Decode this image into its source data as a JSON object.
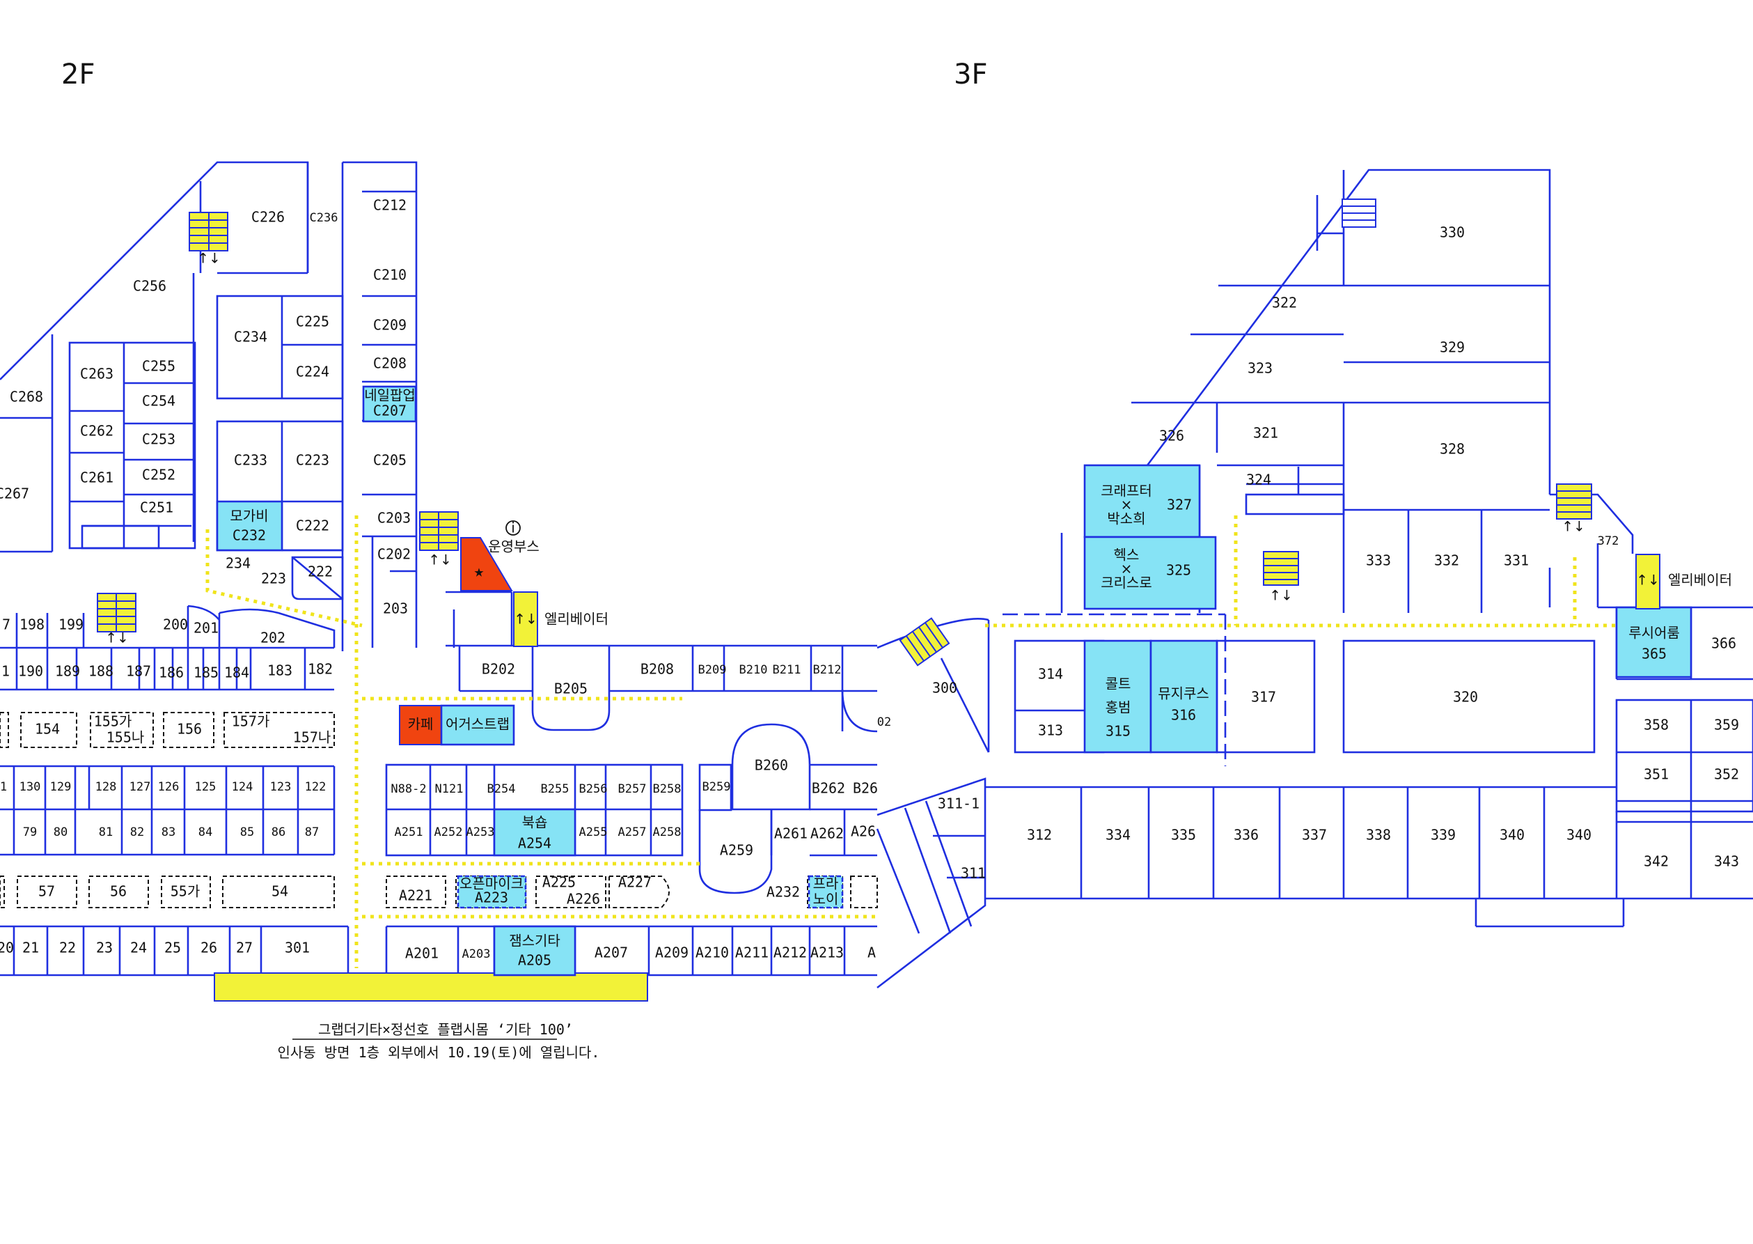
{
  "floors": {
    "left": "2F",
    "right": "3F"
  },
  "labels": {
    "elevator_2f": "엘리베이터",
    "elevator_3f": "엘리베이터",
    "info_booth": "운영부스",
    "info_icon": "i",
    "star": "★",
    "arrows": "↑↓",
    "cafe": "카페",
    "augus": "어거스트랩",
    "nail": "네일팝업",
    "mogabi": "모가비",
    "bookshop": "북숍",
    "openmic": "오픈마이크",
    "jams": "잼스기타",
    "prana_1": "프라",
    "prana_2": "노이",
    "craft_1": "크래프터",
    "craft_x": "×",
    "craft_2": "박소희",
    "hex_1": "헥스",
    "hex_x": "×",
    "hex_2": "크리스로",
    "colt_1": "콜트",
    "colt_2": "홍범",
    "music": "뮤지쿠스",
    "lucie": "루시어룸"
  },
  "note": {
    "line1": "그랩더기타×정선호 플랩시몸 ‘기타 100’",
    "line2": "인사동 방면 1층 외부에서 10.19(토)에 열립니다."
  },
  "rooms_2f": {
    "C226": "C226",
    "C236": "C236",
    "C212": "C212",
    "C210": "C210",
    "C209": "C209",
    "C208": "C208",
    "C207": "C207",
    "C205": "C205",
    "C203": "C203",
    "C202": "C202",
    "C256": "C256",
    "C234": "C234",
    "C225": "C225",
    "C224": "C224",
    "C233": "C233",
    "C223": "C223",
    "C232": "C232",
    "C222": "C222",
    "C263": "C263",
    "C255": "C255",
    "C254": "C254",
    "C262": "C262",
    "C253": "C253",
    "C261": "C261",
    "C252": "C252",
    "C251": "C251",
    "C268": "C268",
    "C267": "C267",
    "234": "234",
    "223": "223",
    "222": "222",
    "203": "203",
    "197": "7",
    "198": "198",
    "199": "199",
    "200": "200",
    "201": "201",
    "202": "202",
    "191": "1",
    "190": "190",
    "189": "189",
    "188": "188",
    "187": "187",
    "186": "186",
    "185": "185",
    "184": "184",
    "183": "183",
    "182": "182",
    "154": "154",
    "155g": "155가",
    "155n": "155나",
    "156": "156",
    "157g": "157가",
    "157n": "157나",
    "131": "1",
    "130": "130",
    "129": "129",
    "128": "128",
    "127": "127",
    "126": "126",
    "125": "125",
    "124": "124",
    "123": "123",
    "122": "122",
    "79": "79",
    "80": "80",
    "81": "81",
    "82": "82",
    "83": "83",
    "84": "84",
    "85": "85",
    "86": "86",
    "87": "87",
    "57": "57",
    "56": "56",
    "55g": "55가",
    "54": "54",
    "20": "20",
    "21": "21",
    "22": "22",
    "23": "23",
    "24": "24",
    "25": "25",
    "26": "26",
    "27": "27",
    "301": "301",
    "B202": "B202",
    "B205": "B205",
    "B208": "B208",
    "B209": "B209",
    "B210": "B210",
    "B211": "B211",
    "B212": "B212",
    "B02": "02",
    "N88": "N88-2",
    "N121": "N121",
    "B254": "B254",
    "B255": "B255",
    "B256": "B256",
    "B257": "B257",
    "B258": "B258",
    "B259": "B259",
    "B260": "B260",
    "B262": "B262",
    "B26x": "B26",
    "A251": "A251",
    "A252": "A252",
    "A253": "A253",
    "A254": "A254",
    "A255": "A255",
    "A257": "A257",
    "A258": "A258",
    "A259": "A259",
    "A261": "A261",
    "A262": "A262",
    "A26x": "A26",
    "A221": "A221",
    "A223": "A223",
    "A225": "A225",
    "A226": "A226",
    "A227": "A227",
    "A232": "A232",
    "A201": "A201",
    "A203": "A203",
    "A205": "A205",
    "A207": "A207",
    "A209": "A209",
    "A210": "A210",
    "A211": "A211",
    "A212": "A212",
    "A213": "A213",
    "A2x": "A"
  },
  "rooms_3f": {
    "330": "330",
    "322": "322",
    "329": "329",
    "323": "323",
    "326": "326",
    "321": "321",
    "328": "328",
    "324": "324",
    "327": "327",
    "325": "325",
    "333": "333",
    "332": "332",
    "331": "331",
    "372": "372",
    "300": "300",
    "314": "314",
    "313": "313",
    "315": "315",
    "316": "316",
    "317": "317",
    "320": "320",
    "365": "365",
    "366": "366",
    "358": "358",
    "359": "359",
    "351": "351",
    "352": "352",
    "342": "342",
    "343": "343",
    "3111": "311-1",
    "311": "311",
    "312": "312",
    "334": "334",
    "335": "335",
    "336": "336",
    "337": "337",
    "338": "338",
    "339": "339",
    "340a": "340",
    "340b": "340"
  },
  "colors": {
    "wall": "#1f2fe0",
    "highlight": "#86e3f5",
    "yellow": "#f2f238",
    "red": "#f04410",
    "path": "#f0e41c"
  }
}
